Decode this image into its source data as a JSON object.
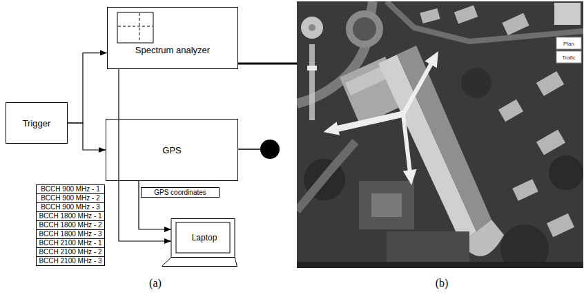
{
  "diagram": {
    "nodes": [
      {
        "text": [
          "Trigger"
        ]
      },
      {
        "text": [
          "Spectrum analyzer"
        ]
      },
      {
        "text": [
          "GPS"
        ]
      },
      {
        "text": [
          "GPS coordinates"
        ]
      },
      {
        "text": [
          "Laptop"
        ]
      },
      {
        "text": [
          "BCCH 900 MHz - 1"
        ]
      },
      {
        "text": [
          "BCCH 900 MHz - 2"
        ]
      },
      {
        "text": [
          "BCCH 900 MHz - 3"
        ]
      },
      {
        "text": [
          "BCCH 1800 MHz - 1"
        ]
      },
      {
        "text": [
          "BCCH 1800 MHz - 2"
        ]
      },
      {
        "text": [
          "BCCH 1800 MHz - 3"
        ]
      },
      {
        "text": [
          "BCCH 2100 MHz - 1"
        ]
      },
      {
        "text": [
          "BCCH 2100 MHz - 2"
        ]
      },
      {
        "text": [
          "BCCH 2100 MHz - 3"
        ]
      }
    ],
    "edges": [
      {
        "from": 0,
        "to": 1,
        "arrow": "to"
      },
      {
        "from": 0,
        "to": 2,
        "arrow": "to"
      },
      {
        "from": 1,
        "to": 4,
        "arrow": "to"
      },
      {
        "from": 2,
        "to": 4,
        "arrow": "to"
      }
    ],
    "labels": [
      "(a)",
      "(b)",
      "Plan",
      "Trafic"
    ]
  }
}
